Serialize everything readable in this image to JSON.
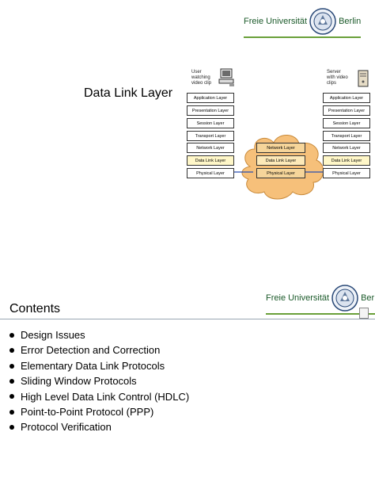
{
  "logo": {
    "left_word": "Freie Universität",
    "right_word": "Berlin"
  },
  "slide1": {
    "title": "Data Link Layer",
    "client_label": [
      "User",
      "watching",
      "video clip"
    ],
    "server_label": [
      "Server",
      "with video",
      "clips"
    ],
    "host_layers": [
      "Application Layer",
      "Presentation Layer",
      "Session Layer",
      "Transport Layer",
      "Network Layer",
      "Data Link Layer",
      "Physical Layer"
    ],
    "router_layers": [
      "Network Layer",
      "Data Link Layer",
      "Physical Layer"
    ]
  },
  "slide2": {
    "title": "Contents",
    "items": [
      "Design Issues",
      "Error Detection and Correction",
      "Elementary Data Link Protocols",
      "Sliding Window Protocols",
      "High Level Data Link Control (HDLC)",
      "Point-to-Point Protocol (PPP)",
      "Protocol Verification"
    ]
  },
  "colors": {
    "logo_green": "#1b5a2a",
    "rule_green": "#6aa03a",
    "cloud": "#f6c07a",
    "link_blue": "#2a4fb0"
  }
}
